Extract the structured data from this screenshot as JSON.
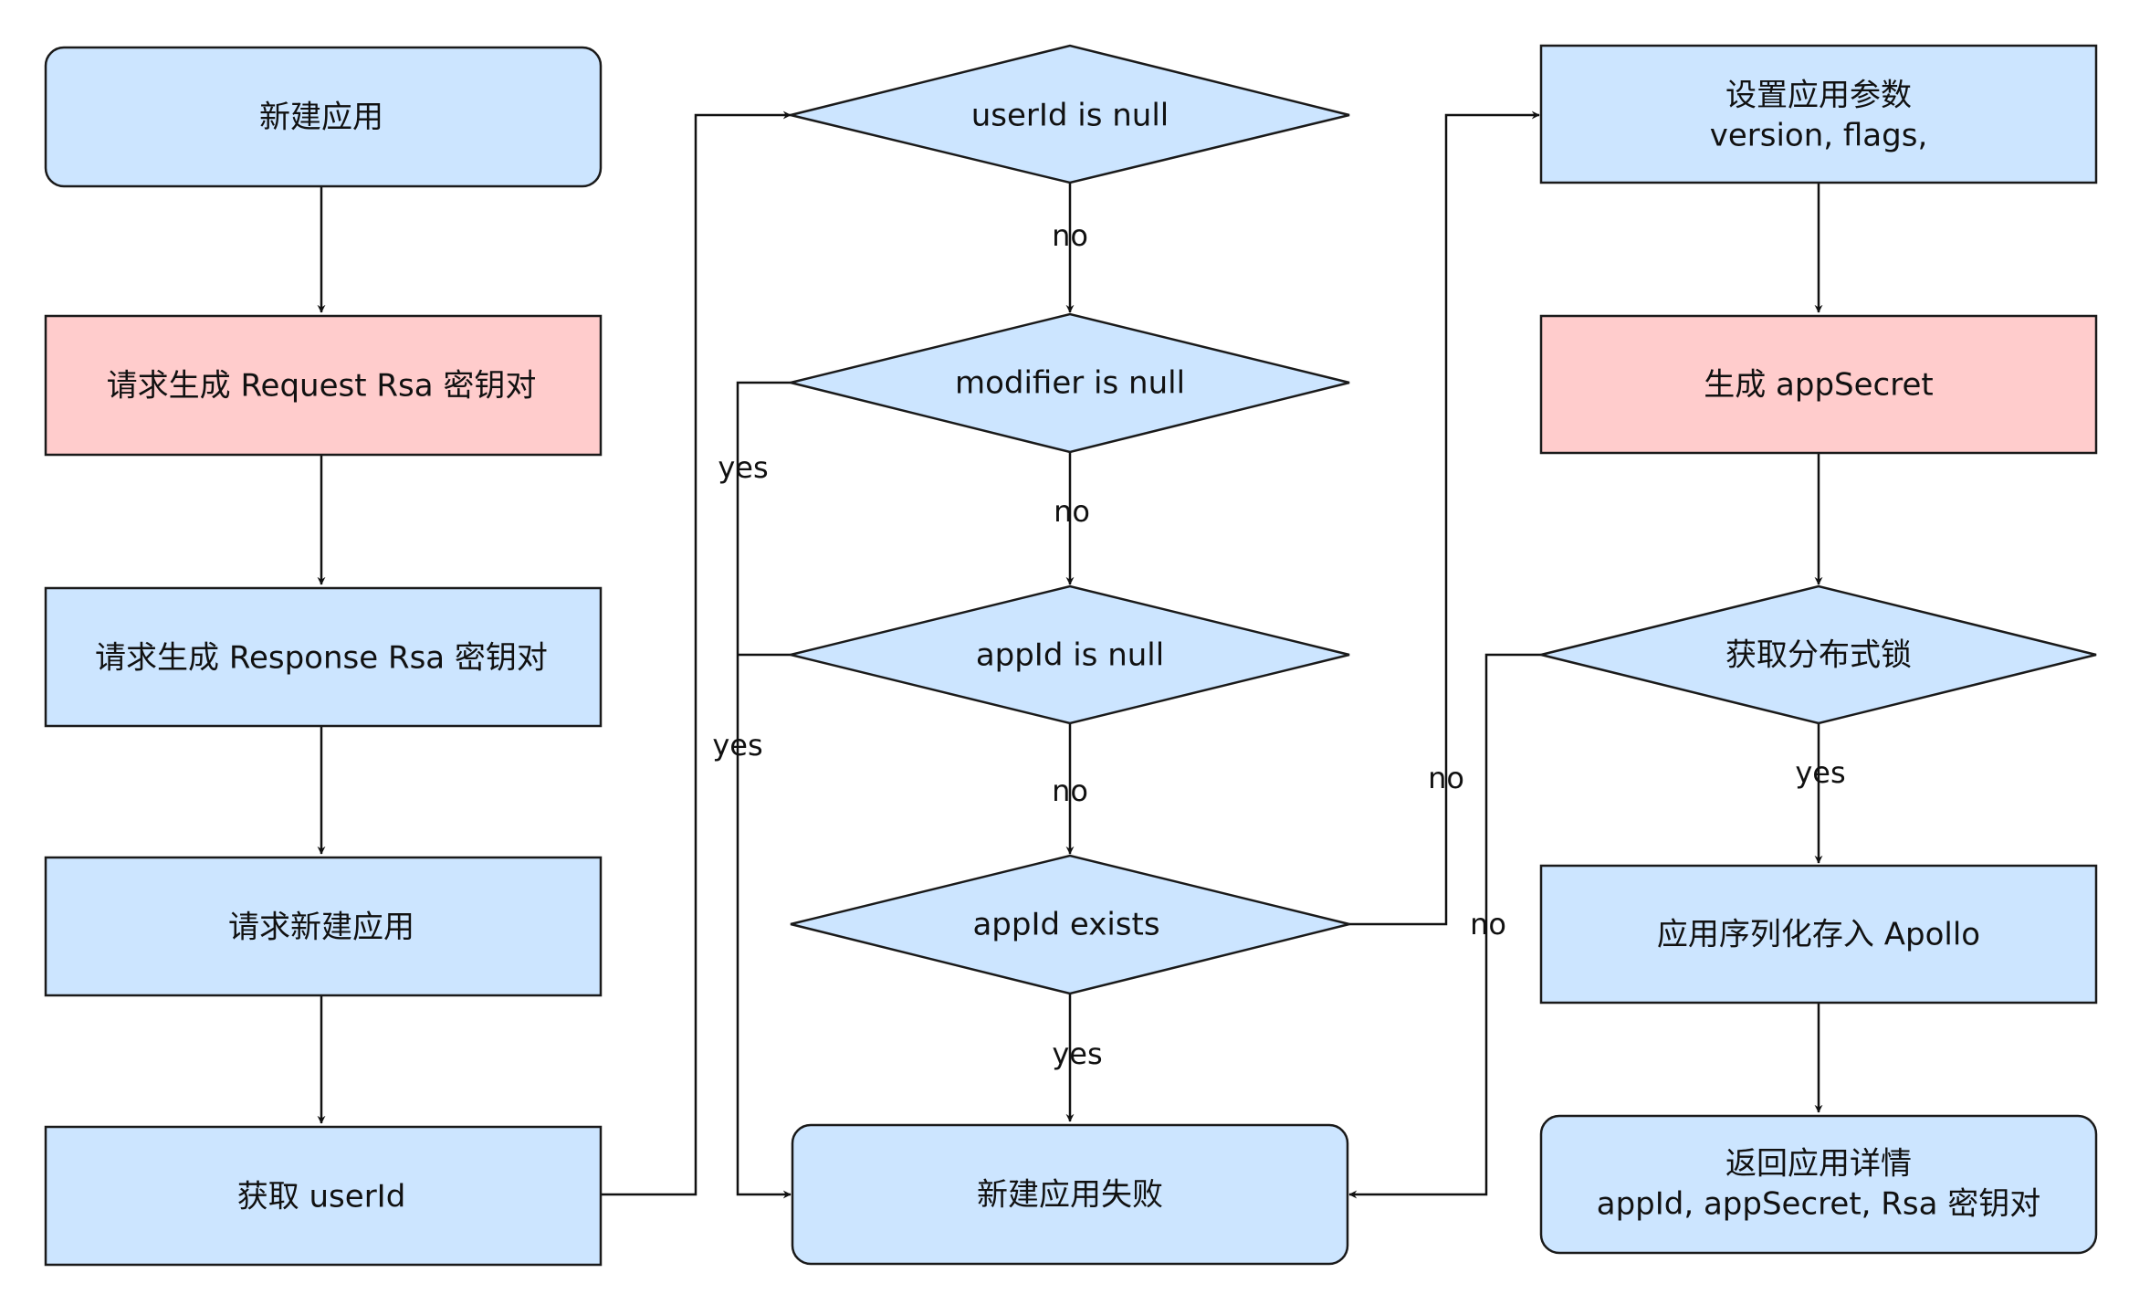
{
  "colors": {
    "node_fill": "#cce5ff",
    "highlight_fill": "#ffcccc",
    "stroke": "#1a1a1a",
    "edge": "#111111",
    "text": "#111111"
  },
  "nodes": {
    "create_app": "新建应用",
    "req_request_rsa": "请求生成 Request Rsa 密钥对",
    "req_response_rsa": "请求生成 Response Rsa 密钥对",
    "req_create_app": "请求新建应用",
    "get_userid": "获取 userId",
    "userid_null": "userId is null",
    "modifier_null": "modifier is null",
    "appid_null": "appId is null",
    "appid_exists": "appId exists",
    "create_fail": "新建应用失败",
    "set_params": [
      "设置应用参数",
      "version, flags,"
    ],
    "gen_secret": "生成 appSecret",
    "get_lock": "获取分布式锁",
    "serialize": "应用序列化存入 Apollo",
    "return_detail": [
      "返回应用详情",
      "appId, appSecret, Rsa 密钥对"
    ]
  },
  "edge_labels": {
    "userid_to_modifier": "no",
    "modifier_to_fail": "yes",
    "modifier_to_appid": "no",
    "appid_null_to_fail": "yes",
    "appid_null_to_exists": "no",
    "exists_to_params": "no",
    "exists_to_fail": "yes",
    "lock_to_serialize": "yes",
    "lock_to_fail": "no"
  }
}
